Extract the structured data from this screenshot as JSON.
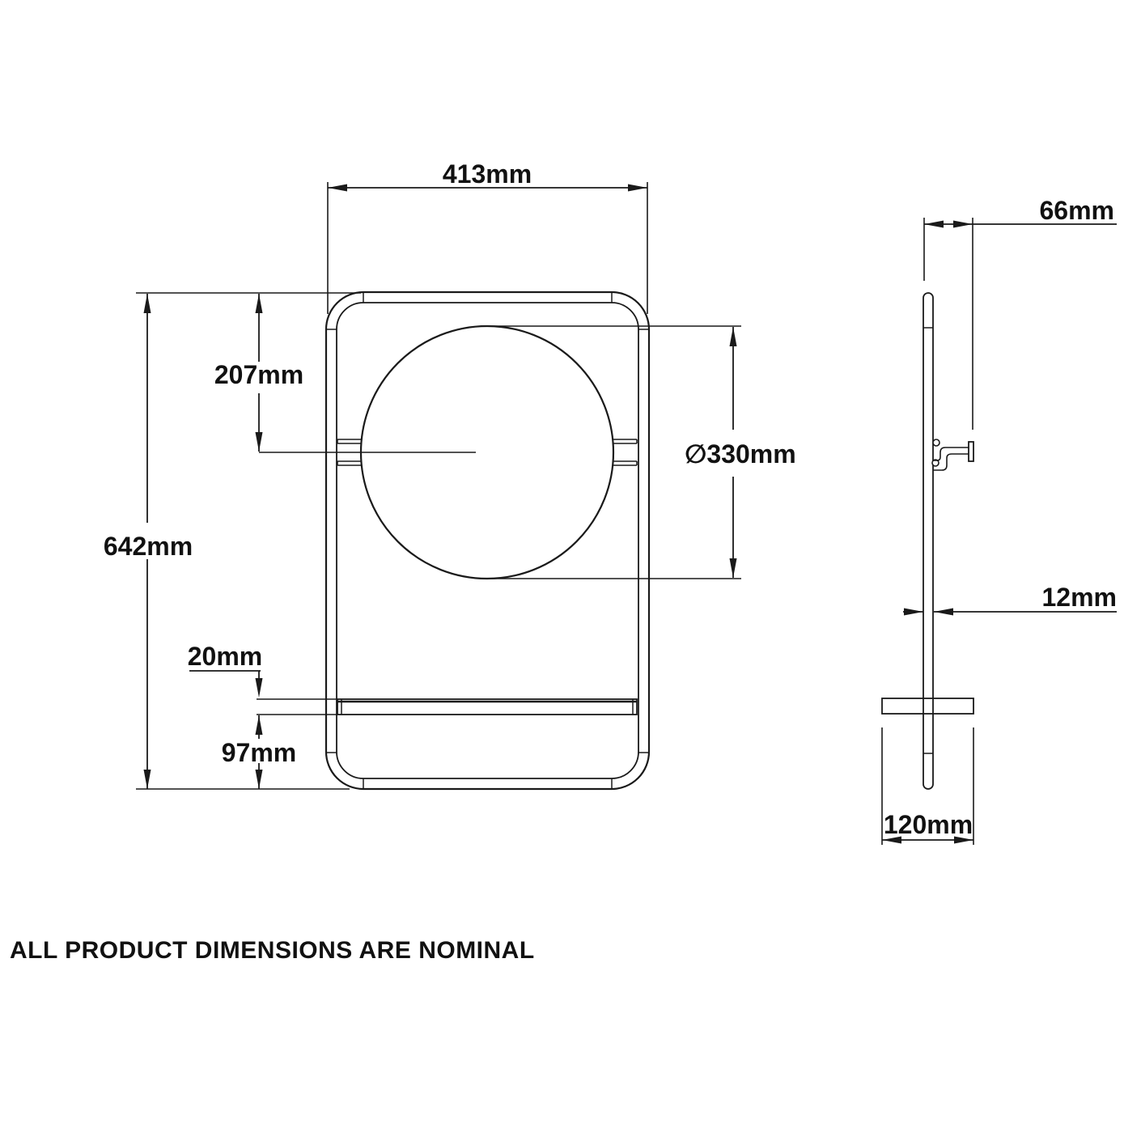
{
  "note": "ALL PRODUCT DIMENSIONS ARE NOMINAL",
  "colors": {
    "line": "#1a1a1a",
    "background": "#ffffff"
  },
  "front_view": {
    "description": "front elevation of wall mirror with frame and shelf",
    "dimensions": {
      "frame_width": "413mm",
      "frame_height": "642mm",
      "top_to_mirror_center": "207mm",
      "mirror_diameter": "∅330mm",
      "shelf_thickness": "20mm",
      "shelf_to_bottom": "97mm"
    }
  },
  "side_view": {
    "description": "side profile of frame, mirror bracket and shelf",
    "dimensions": {
      "mirror_projection": "66mm",
      "frame_depth": "12mm",
      "shelf_depth": "120mm"
    }
  }
}
